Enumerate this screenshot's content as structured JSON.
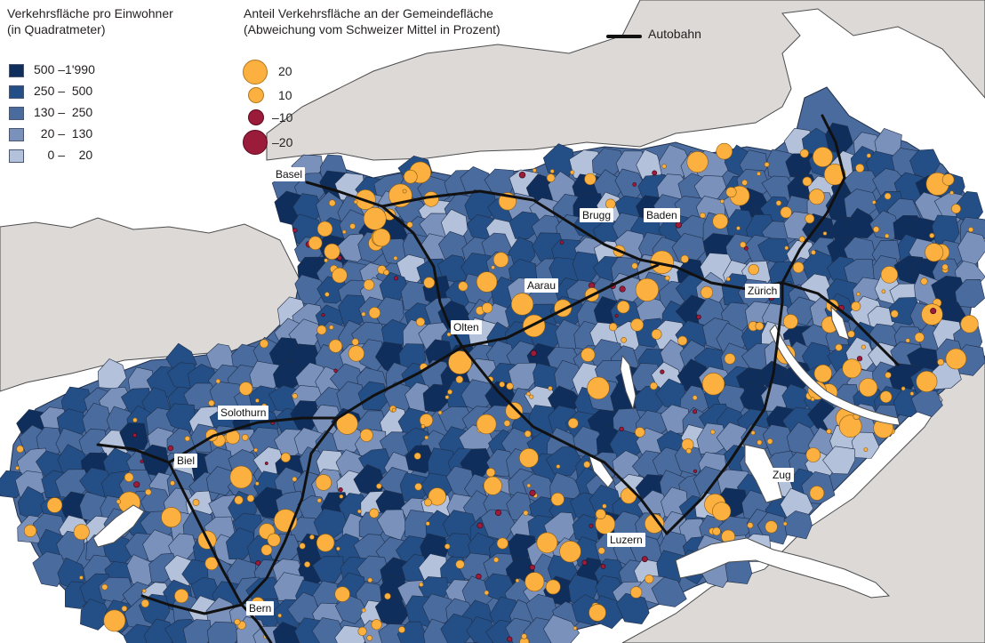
{
  "legend_area": {
    "title": "Verkehrsfläche pro Einwohner\n(in Quadratmeter)",
    "classes": [
      {
        "label": "500 –1'990",
        "color": "#0f2e5c"
      },
      {
        "label": "250 –  500",
        "color": "#244f86"
      },
      {
        "label": "130 –  250",
        "color": "#4a6b9e"
      },
      {
        "label": "  20 –  130",
        "color": "#7a92bb"
      },
      {
        "label": "    0 –    20",
        "color": "#b4c1da"
      }
    ]
  },
  "legend_share": {
    "title": "Anteil Verkehrsfläche an der Gemeindefläche\n(Abweichung vom Schweizer Mittel in Prozent)",
    "items": [
      {
        "label": "20",
        "value": 20,
        "color": "#fbb040"
      },
      {
        "label": "10",
        "value": 10,
        "color": "#fbb040"
      },
      {
        "label": "–10",
        "value": -10,
        "color": "#9b1b3a"
      },
      {
        "label": "–20",
        "value": -20,
        "color": "#9b1b3a"
      }
    ]
  },
  "legend_highway": {
    "label": "Autobahn",
    "color": "#111111"
  },
  "cities": [
    {
      "name": "Basel"
    },
    {
      "name": "Brugg"
    },
    {
      "name": "Baden"
    },
    {
      "name": "Aarau"
    },
    {
      "name": "Zürich"
    },
    {
      "name": "Olten"
    },
    {
      "name": "Solothurn"
    },
    {
      "name": "Biel"
    },
    {
      "name": "Zug"
    },
    {
      "name": "Luzern"
    },
    {
      "name": "Bern"
    }
  ],
  "colors": {
    "neighbor": "#dcd9d6",
    "border": "#4d4d4f",
    "lake": "#ffffff",
    "positive": "#fbb040",
    "negative": "#9b1b3a",
    "highway": "#111111"
  }
}
